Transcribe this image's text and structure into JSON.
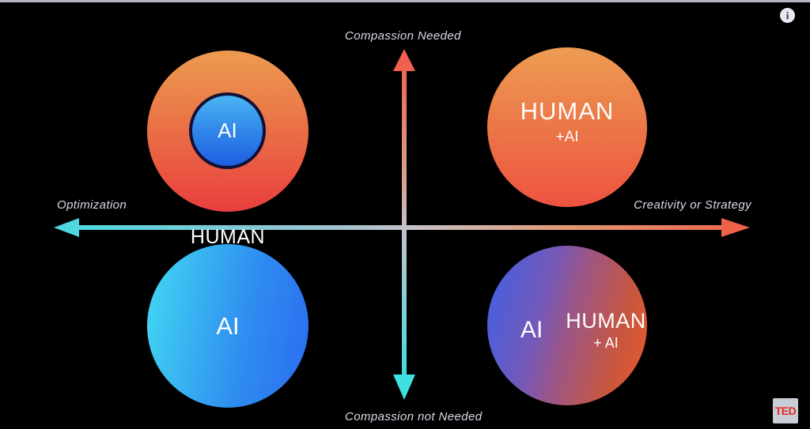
{
  "diagram": {
    "title_context": "AI vs Human quadrant diagram",
    "axes": {
      "top_label": "Compassion Needed",
      "bottom_label": "Compassion not Needed",
      "left_label": "Optimization",
      "right_label": "Creativity or Strategy"
    },
    "quadrants": {
      "top_left": {
        "inner_label": "AI",
        "outer_label": "HUMAN"
      },
      "top_right": {
        "line1": "HUMAN",
        "line2": "+AI"
      },
      "bottom_left": {
        "label": "AI"
      },
      "bottom_right": {
        "left_label": "AI",
        "right_line1": "HUMAN",
        "right_line2": "+ AI"
      }
    },
    "colors": {
      "background_top": "#1e0a40",
      "background_bottom": "#061020",
      "arrow_warm": "#f0604e",
      "arrow_cool": "#3ee0e0",
      "circle_orange_top": "#ec9b51",
      "circle_orange_bottom": "#e93e3d",
      "circle_blue_light": "#42daf2",
      "circle_blue_deep": "#2b6cf0",
      "inner_circle_border": "#131035",
      "label_text": "#fdfdfd",
      "axis_label_text": "#ddd8e8"
    }
  },
  "overlay": {
    "info_icon_glyph": "i",
    "logo_text": "TED",
    "logo_color": "#df2b20"
  }
}
